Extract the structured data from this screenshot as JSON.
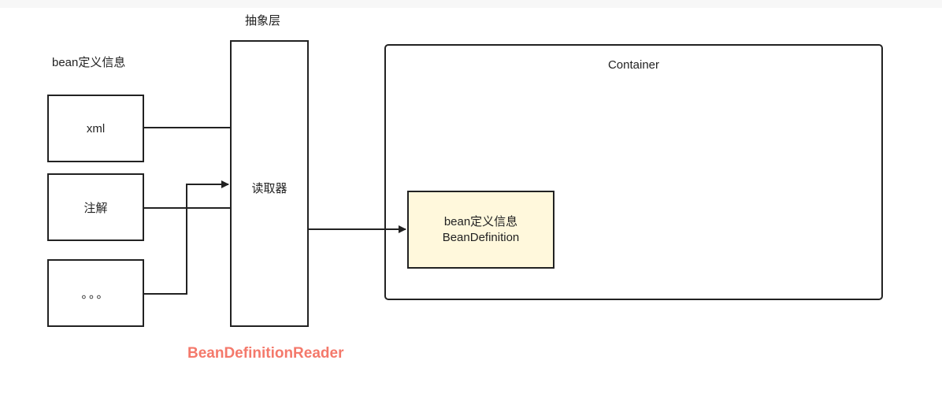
{
  "abstraction_layer_label": "抽象层",
  "bean_definition_info_label": "bean定义信息",
  "sources": [
    {
      "label": "xml"
    },
    {
      "label": "注解"
    },
    {
      "label": "。。。"
    }
  ],
  "reader": {
    "label": "读取器",
    "caption": "BeanDefinitionReader",
    "caption_color": "#f4796b"
  },
  "container": {
    "title": "Container",
    "bean_definition": {
      "line1": "bean定义信息",
      "line2": "BeanDefinition",
      "fill_color": "#fff8dc"
    }
  }
}
